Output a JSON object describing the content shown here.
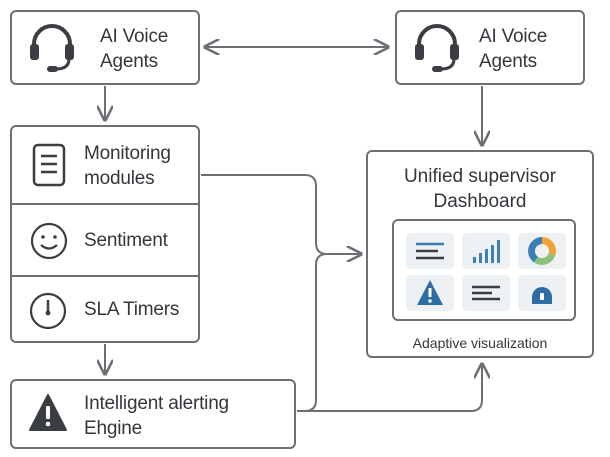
{
  "agents": {
    "left": {
      "line1": "AI Voice",
      "line2": "Agents",
      "icon": "headset-icon"
    },
    "right": {
      "line1": "AI Voice",
      "line2": "Agents",
      "icon": "headset-icon"
    }
  },
  "modules": {
    "monitoring": {
      "line1": "Monitoring",
      "line2": "modules",
      "icon": "document-icon"
    },
    "sentiment": {
      "label": "Sentiment",
      "icon": "smiley-icon"
    },
    "sla": {
      "label": "SLA Timers",
      "icon": "timer-icon"
    }
  },
  "alerting": {
    "line1": "Intelligent alerting",
    "line2": "Ehgine",
    "icon": "warning-icon"
  },
  "dashboard": {
    "line1": "Unified supervisor",
    "line2": "Dashboard",
    "caption": "Adaptive visualization",
    "tile_icons": [
      "list-icon",
      "bar-chart-icon",
      "donut-chart-icon",
      "warning-icon",
      "list-icon",
      "gauge-icon"
    ]
  },
  "colors": {
    "stroke": "#6c7075",
    "text": "#33373c",
    "tile_bg": "#eef1f4",
    "chart_blue": "#3b7fb5",
    "chart_orange": "#f0a233",
    "chart_green": "#8cc17c",
    "chart_teal": "#5aa3cf"
  }
}
